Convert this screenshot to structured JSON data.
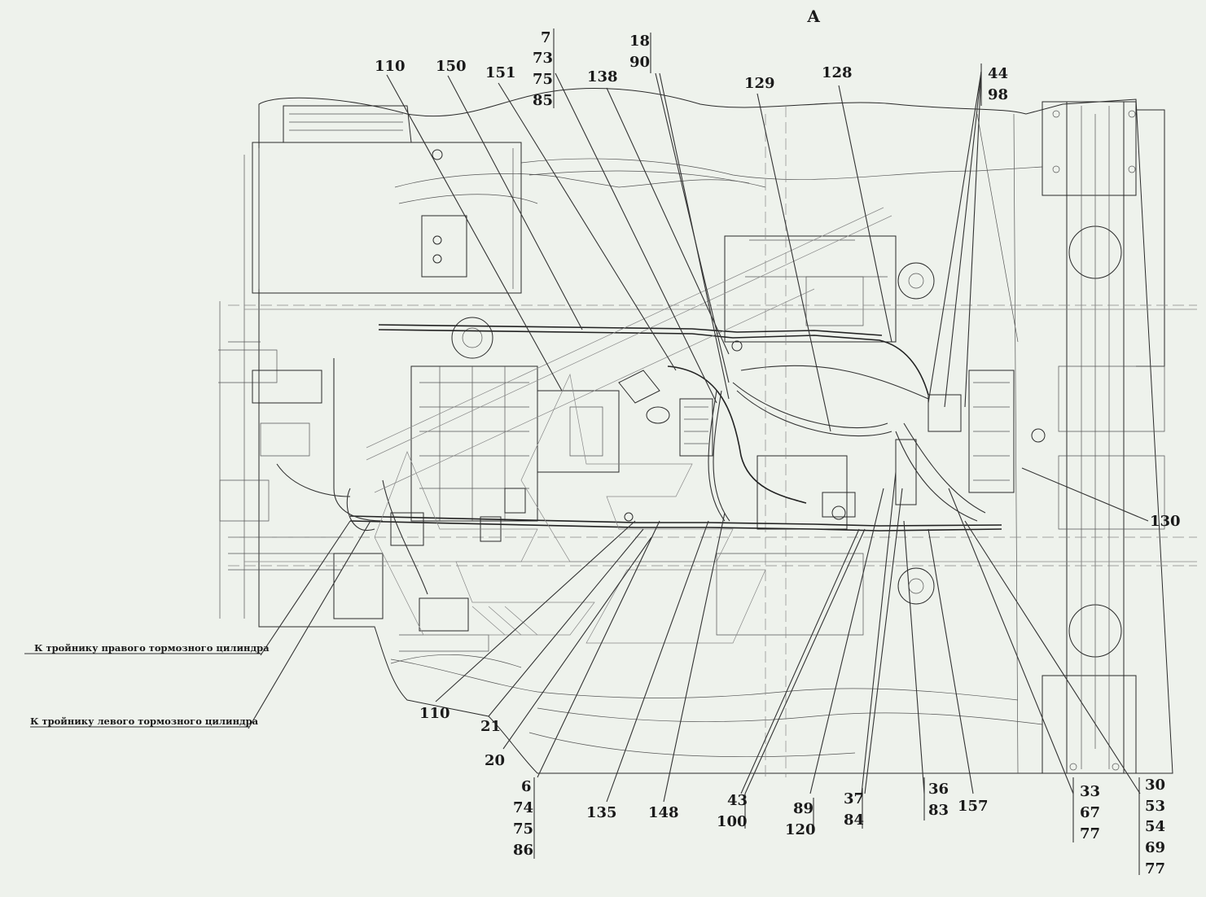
{
  "title": "А",
  "notes": {
    "right_cylinder": "К тройнику правого тормозного цилиндра",
    "left_cylinder": "К тройнику левого тормозного цилиндра"
  },
  "callouts_top": {
    "c110": "110",
    "c150": "150",
    "c151": "151",
    "c138": "138",
    "c129": "129",
    "c128": "128",
    "group_7": [
      "7",
      "73",
      "75",
      "85"
    ],
    "group_18": [
      "18",
      "90"
    ],
    "group_44": [
      "44",
      "98"
    ]
  },
  "callouts_right": {
    "c130": "130"
  },
  "callouts_bottom": {
    "c110b": "110",
    "c21": "21",
    "c20": "20",
    "group_6": [
      "6",
      "74",
      "75",
      "86"
    ],
    "c135": "135",
    "c148": "148",
    "group_43": [
      "43",
      "100"
    ],
    "group_89": [
      "89",
      "120"
    ],
    "group_37": [
      "37",
      "84"
    ],
    "group_36": [
      "36",
      "83"
    ],
    "c157": "157",
    "group_33": [
      "33",
      "67",
      "77"
    ],
    "group_30": [
      "30",
      "53",
      "54",
      "69",
      "77"
    ]
  }
}
